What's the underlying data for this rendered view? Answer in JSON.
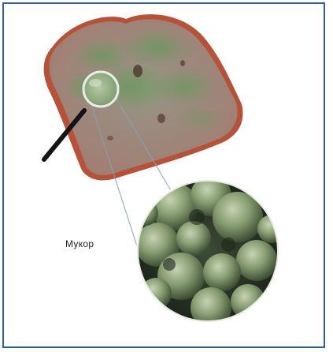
{
  "caption": "Мукор",
  "colors": {
    "frame_border": "#2f5f95",
    "bread_crust": "#b8543a",
    "bread_crumb": "#a48478",
    "mold_green": "#6f8a5a",
    "loupe_handle": "#141414"
  },
  "icons": {
    "bread": "bread-slice",
    "loupe": "magnifying-glass",
    "zoom_circle": "mold-closeup"
  }
}
